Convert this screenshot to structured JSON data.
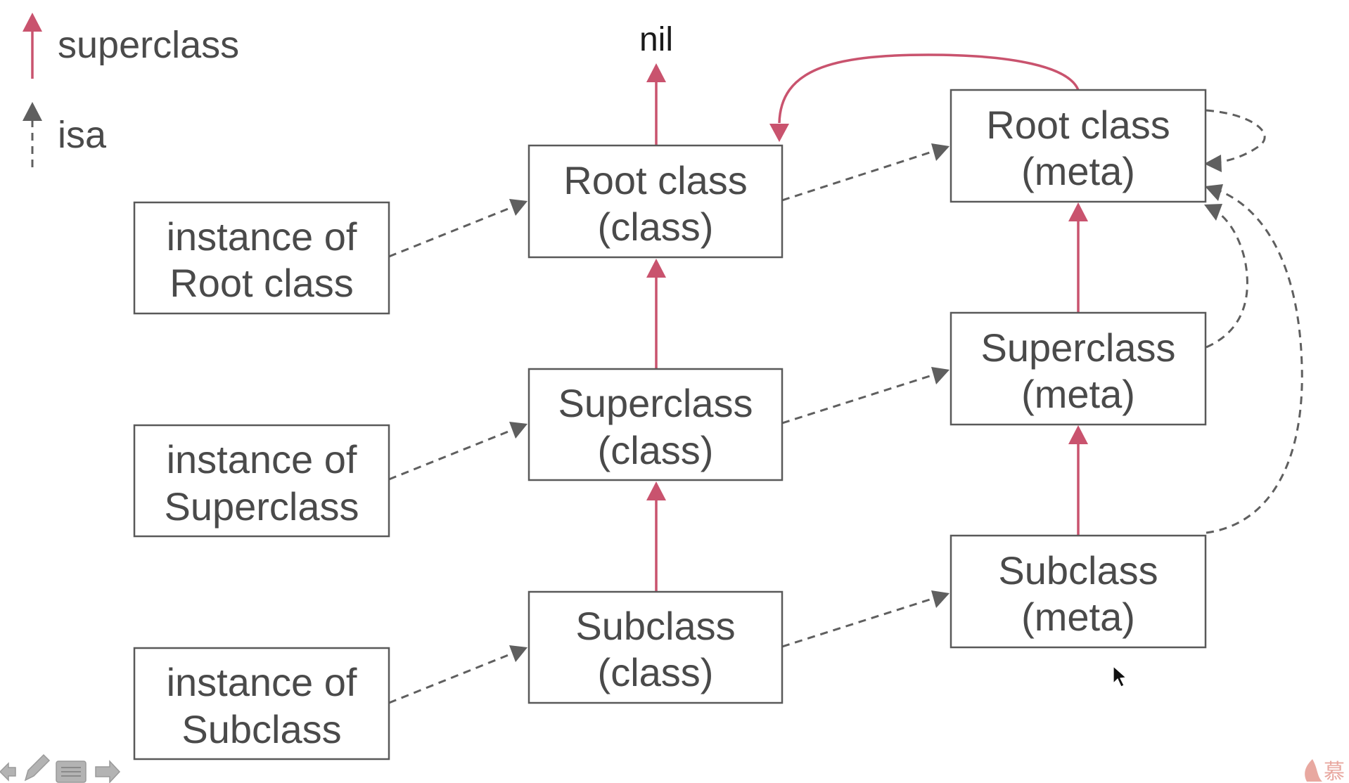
{
  "legend": {
    "superclass_label": "superclass",
    "isa_label": "isa",
    "superclass_color": "#c9536e",
    "isa_color": "#5f5f5f"
  },
  "nil_label": "nil",
  "instances": {
    "root": [
      "instance of",
      "Root class"
    ],
    "super": [
      "instance of",
      "Superclass"
    ],
    "sub": [
      "instance of",
      "Subclass"
    ]
  },
  "classes": {
    "root": [
      "Root class",
      "(class)"
    ],
    "super": [
      "Superclass",
      "(class)"
    ],
    "sub": [
      "Subclass",
      "(class)"
    ]
  },
  "metaclasses": {
    "root": [
      "Root class",
      "(meta)"
    ],
    "super": [
      "Superclass",
      "(meta)"
    ],
    "sub": [
      "Subclass",
      "(meta)"
    ]
  },
  "corner_mark": "慕",
  "toolbar_icons": [
    "arrow-left-icon",
    "pen-icon",
    "menu-icon",
    "arrow-right-icon"
  ]
}
